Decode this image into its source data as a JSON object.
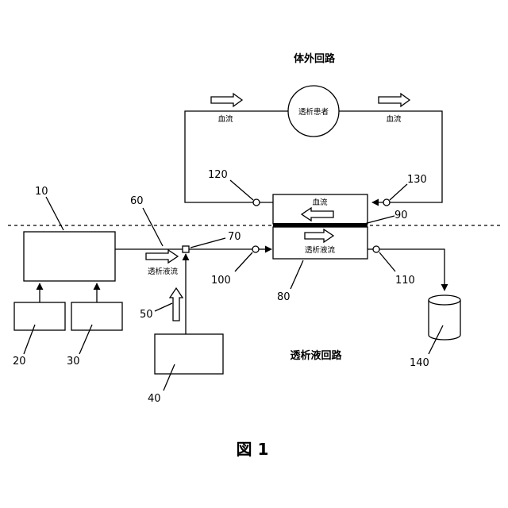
{
  "titles": {
    "extracorporeal_circuit": "体外回路",
    "dialysate_circuit": "透析液回路",
    "figure": "図 1"
  },
  "labels": {
    "patient": "透析患者",
    "blood_flow_left": "血流",
    "blood_flow_right": "血流",
    "blood_flow_dialyzer": "血流",
    "dialysate_flow_dialyzer": "透析液流",
    "dialysate_flow_inlet": "透析液流"
  },
  "refs": {
    "r10": "10",
    "r20": "20",
    "r30": "30",
    "r40": "40",
    "r50": "50",
    "r60": "60",
    "r70": "70",
    "r80": "80",
    "r90": "90",
    "r100": "100",
    "r110": "110",
    "r120": "120",
    "r130": "130",
    "r140": "140"
  }
}
